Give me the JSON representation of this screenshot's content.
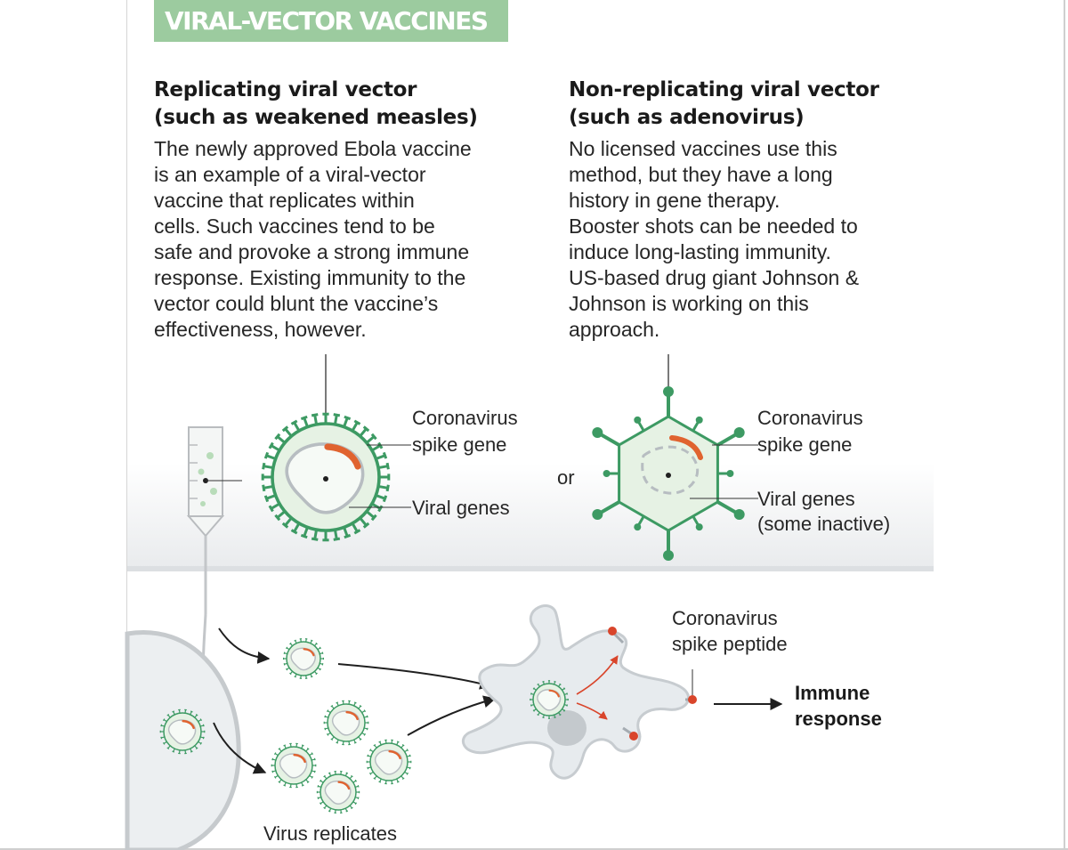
{
  "banner": {
    "title": "VIRAL-VECTOR VACCINES"
  },
  "left_column": {
    "title_line1": "Replicating viral vector",
    "title_line2": "(such as weakened measles)",
    "body_lines": [
      "The newly approved Ebola vaccine",
      "is an example of a viral-vector",
      "vaccine that replicates within",
      "cells. Such vaccines tend to be",
      "safe and provoke a strong immune",
      "response. Existing immunity to the",
      "vector could blunt the vaccine’s",
      "effectiveness, however."
    ]
  },
  "right_column": {
    "title_line1": "Non-replicating viral vector",
    "title_line2": "(such as adenovirus)",
    "body_lines": [
      "No licensed vaccines use this",
      "method, but they have a long",
      "history in gene therapy.",
      "Booster shots can be needed to",
      "induce long-lasting immunity.",
      "US-based drug giant Johnson &",
      "Johnson is working on this",
      "approach."
    ]
  },
  "labels": {
    "left_spike_gene_1": "Coronavirus",
    "left_spike_gene_2": "spike gene",
    "left_viral_genes": "Viral genes",
    "or": "or",
    "right_spike_gene_1": "Coronavirus",
    "right_spike_gene_2": "spike gene",
    "right_viral_genes_1": "Viral genes",
    "right_viral_genes_2": "(some inactive)",
    "spike_peptide_1": "Coronavirus",
    "spike_peptide_2": "spike peptide",
    "immune_1": "Immune",
    "immune_2": "response",
    "virus_replicates": "Virus replicates"
  },
  "colors": {
    "banner_green": "#9ccb9f",
    "virus_green": "#3d9a63",
    "virus_fill": "#e6f2e4",
    "spike_orange": "#e0632f",
    "peptide_red": "#d9452b",
    "cell_grey": "#e9ecef",
    "band_grey": "#f0f1f2"
  }
}
